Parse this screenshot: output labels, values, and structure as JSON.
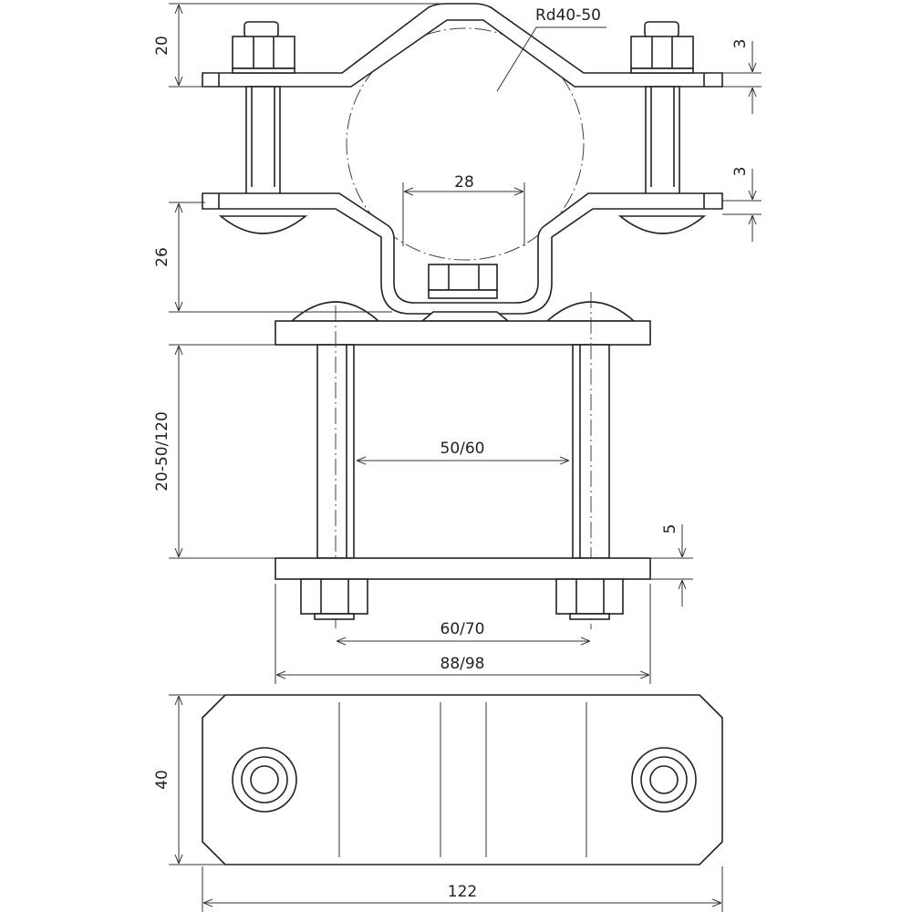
{
  "labels": {
    "rd": "Rd40-50",
    "top_height": "20",
    "strap_thickness_top": "3",
    "strap_thickness_bottom": "3",
    "inner_width": "28",
    "lower_height": "26",
    "clamp_range": "20-50/120",
    "post_spacing": "50/60",
    "plate_thickness": "5",
    "bolt_spacing": "60/70",
    "plate_width": "88/98",
    "base_height": "40",
    "base_length": "122"
  }
}
